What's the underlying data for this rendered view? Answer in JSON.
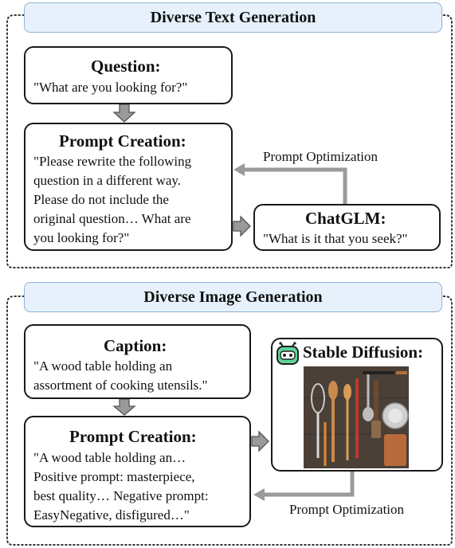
{
  "text_section": {
    "title": "Diverse Text Generation",
    "question": {
      "title": "Question:",
      "text": "\"What are you looking for?\"",
      "icon": "clipboard-icon"
    },
    "prompt_creation": {
      "title": "Prompt Creation:",
      "icon": "person-icon",
      "lines": [
        "\"Please rewrite the following",
        "question in a different way.",
        "Please do not include the",
        "original question… What are",
        "you looking for?\""
      ]
    },
    "chatglm": {
      "title": "ChatGLM:",
      "text": "\"What is it that you seek?\"",
      "icon": "robot-icon"
    },
    "optimization_label": "Prompt Optimization"
  },
  "image_section": {
    "title": "Diverse Image Generation",
    "caption": {
      "title": "Caption:",
      "icon": "clipboard-icon",
      "lines": [
        "\"A wood table holding an",
        "assortment of cooking utensils.\""
      ]
    },
    "prompt_creation": {
      "title": "Prompt Creation:",
      "icon": "person-icon",
      "lines": [
        "\"A wood table holding an…",
        "Positive prompt: masterpiece,",
        "best quality… Negative prompt:",
        "EasyNegative, disfigured…\""
      ]
    },
    "stable_diffusion": {
      "title": "Stable Diffusion:",
      "icon": "robot-icon",
      "image": "cooking-utensils-photo"
    },
    "optimization_label": "Prompt Optimization"
  },
  "colors": {
    "title_fill": "#e6f1fb",
    "title_border": "#8fb3d6",
    "arrow_fill": "#9a9a9a",
    "robot_green": "#5fd39a",
    "person_skin": "#f2b98a",
    "person_shirt": "#4aa8c8",
    "clipboard_orange": "#f2a03d"
  }
}
